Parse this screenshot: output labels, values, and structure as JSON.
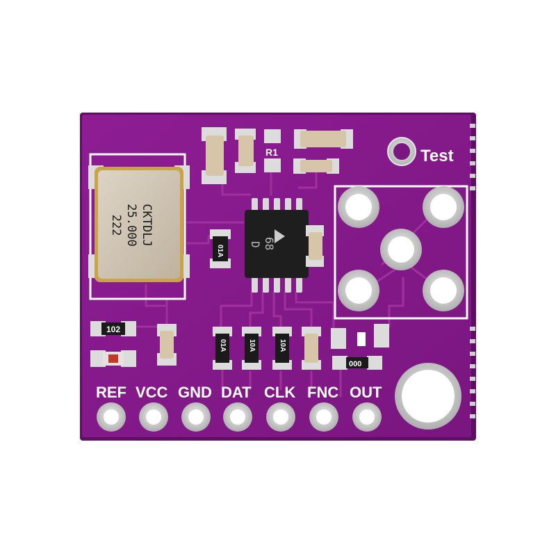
{
  "image": {
    "subject": "purple circuit board module",
    "colors": {
      "background": "#ffffff",
      "board": "#8a1b8f",
      "board_dark": "#6a1270",
      "trace": "#a3339f",
      "silkscreen": "#ffffff",
      "pad_metal": "#d9d9d9",
      "crystal_body": "#cfc5b6",
      "crystal_rim": "#caa24a",
      "ic_body": "#1e1e1e",
      "capacitor": "#d6c5a8",
      "resistor": "#1a1a1a",
      "led": "#c0392b"
    }
  },
  "silkscreen": {
    "test_label": "Test",
    "r1_label": "R1",
    "pins": [
      "REF",
      "VCC",
      "GND",
      "DAT",
      "CLK",
      "FNC",
      "OUT"
    ]
  },
  "components": {
    "crystal_lines": [
      "CKTDLJ",
      "25.000",
      "222"
    ],
    "ic_lines": [
      "68",
      "D"
    ],
    "resistor_102": "102",
    "resistor_000": "000",
    "resistor_codes": [
      "01A",
      "01A",
      "10A",
      "10A"
    ]
  }
}
